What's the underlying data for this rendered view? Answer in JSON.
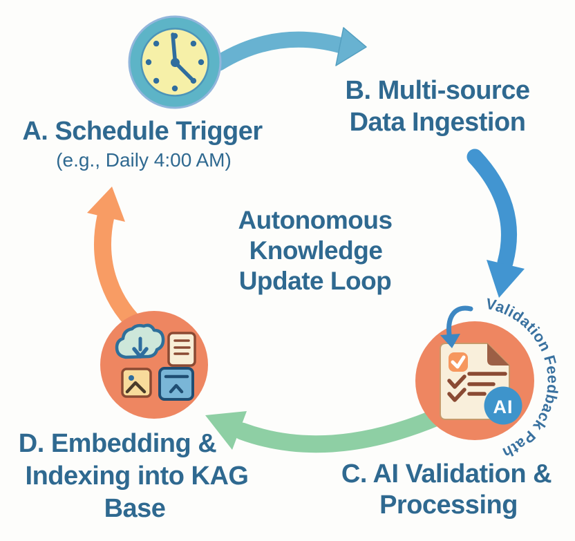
{
  "title": {
    "lines": [
      "Autonomous",
      "Knowledge",
      "Update Loop"
    ]
  },
  "stages": {
    "a": {
      "label": "A. Schedule Trigger",
      "sublabel": "(e.g., Daily 4:00 AM)",
      "icon": "clock-icon"
    },
    "b": {
      "lines": [
        "B. Multi-source",
        "Data Ingestion"
      ]
    },
    "c": {
      "lines": [
        "C. AI Validation &",
        "Processing"
      ],
      "badge": "AI",
      "curved_label": "Validation Feedback Path",
      "icon": "checklist-document-icon"
    },
    "d": {
      "lines": [
        "D. Embedding &",
        "Indexing into KAG",
        "Base"
      ],
      "icons": [
        "cloud-download-icon",
        "document-icon",
        "image-icon",
        "archive-box-icon"
      ]
    }
  },
  "colors": {
    "background": "#fdfdfb",
    "heading_text": "#2f6990",
    "curved_text": "#39719f",
    "arrow_a_to_b": "#68b2d1",
    "arrow_b_to_c": "#4295d1",
    "arrow_c_to_d": "#8ecfa4",
    "arrow_d_to_a": "#f89c64",
    "stage_circle_orange": "#ee8661",
    "ai_badge_blue": "#3e94cb",
    "clock_ring": "#5db4c7",
    "clock_face": "#f6f0a8",
    "clock_marks": "#2f6d9e",
    "paper_fill": "#f9efdb",
    "paper_brown": "#8a4a33"
  }
}
